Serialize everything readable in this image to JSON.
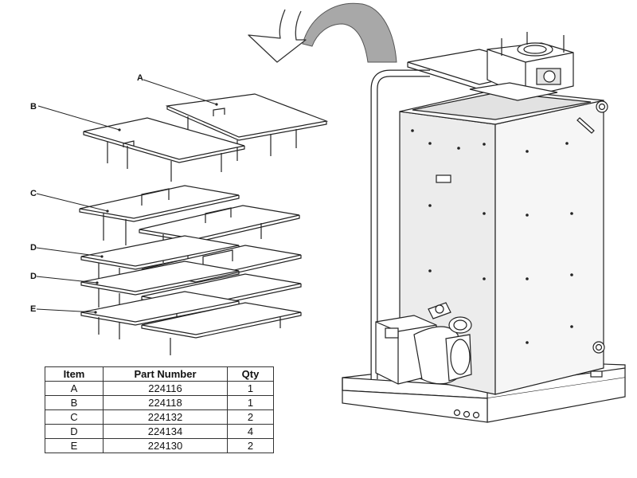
{
  "callouts": {
    "a": "A",
    "b": "B",
    "c": "C",
    "d1": "D",
    "d2": "D",
    "e": "E"
  },
  "parts_table": {
    "headers": [
      "Item",
      "Part Number",
      "Qty"
    ],
    "rows": [
      {
        "item": "A",
        "part_number": "224116",
        "qty": "1"
      },
      {
        "item": "B",
        "part_number": "224118",
        "qty": "1"
      },
      {
        "item": "C",
        "part_number": "224132",
        "qty": "2"
      },
      {
        "item": "D",
        "part_number": "224134",
        "qty": "4"
      },
      {
        "item": "E",
        "part_number": "224130",
        "qty": "2"
      }
    ]
  },
  "colors": {
    "line": "#222222",
    "arrow_fill": "#a8a8a8",
    "shade": "#d6d6d6",
    "background": "#ffffff"
  }
}
